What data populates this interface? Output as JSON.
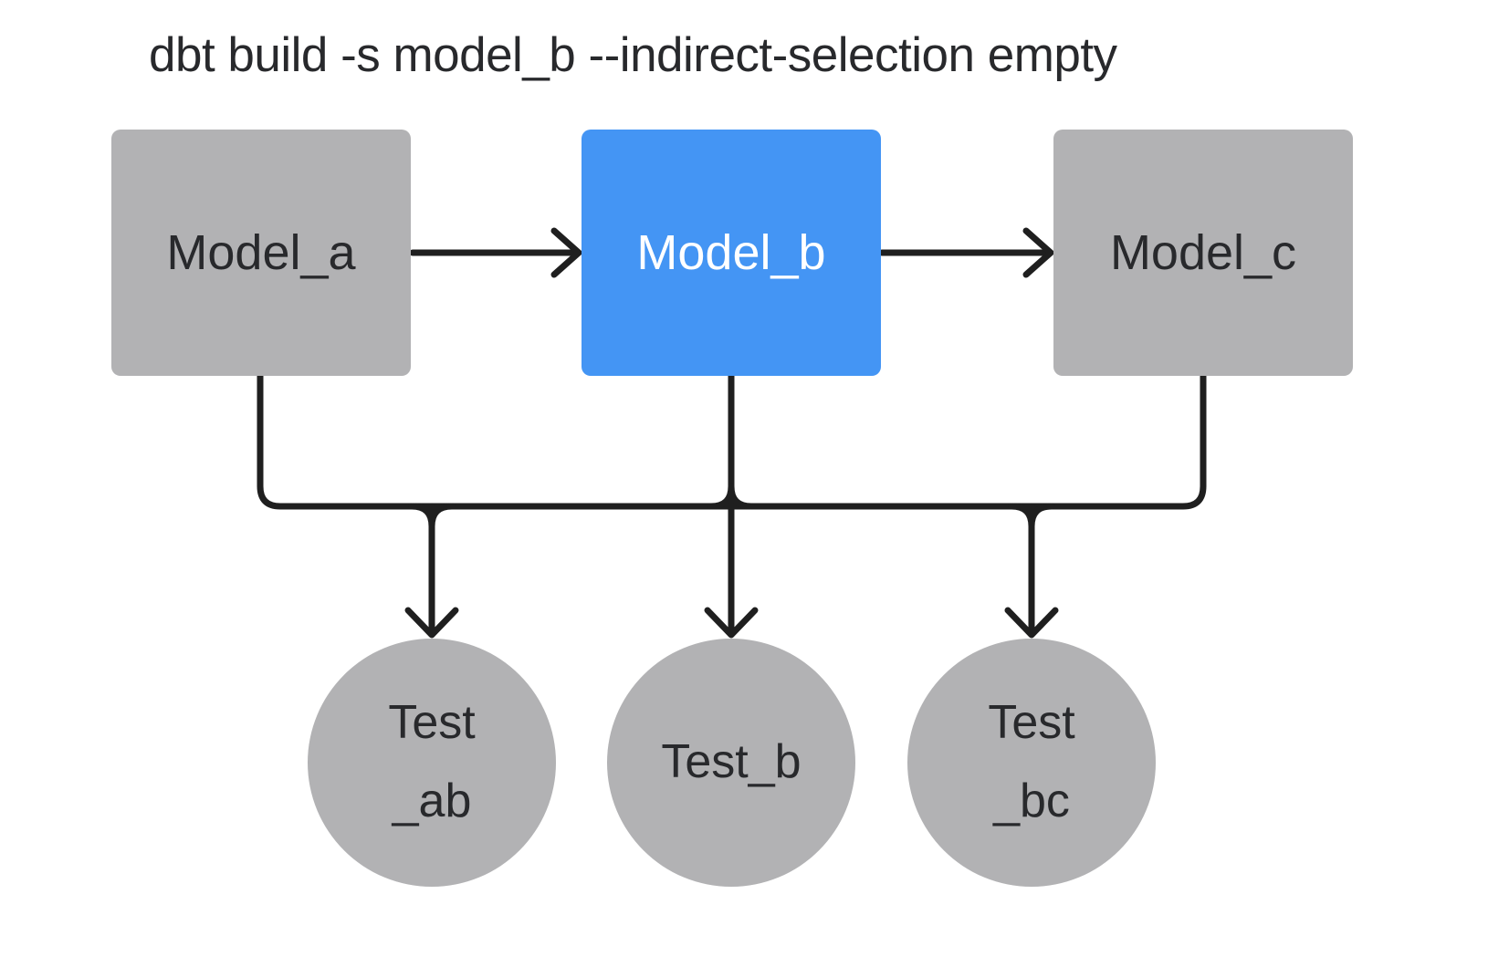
{
  "title": "dbt build -s model_b --indirect-selection empty",
  "colors": {
    "selected_fill": "#4495f4",
    "unselected_fill": "#b2b2b4",
    "edge_stroke": "#1f1f1f",
    "dark_text": "#28292c",
    "selected_text": "#ffffff",
    "canvas_bg": "#ffffff"
  },
  "nodes": {
    "models": [
      {
        "id": "model_a",
        "label": "Model_a",
        "type": "model",
        "state": "unselected"
      },
      {
        "id": "model_b",
        "label": "Model_b",
        "type": "model",
        "state": "selected"
      },
      {
        "id": "model_c",
        "label": "Model_c",
        "type": "model",
        "state": "unselected"
      }
    ],
    "tests": [
      {
        "id": "test_ab",
        "lines": [
          "Test",
          "_ab"
        ],
        "type": "test",
        "state": "unselected"
      },
      {
        "id": "test_b",
        "lines": [
          "Test_b"
        ],
        "type": "test",
        "state": "unselected"
      },
      {
        "id": "test_bc",
        "lines": [
          "Test",
          "_bc"
        ],
        "type": "test",
        "state": "unselected"
      }
    ]
  },
  "edges": [
    {
      "from": "model_a",
      "to": "model_b"
    },
    {
      "from": "model_b",
      "to": "model_c"
    },
    {
      "from": "model_a",
      "to": "test_ab"
    },
    {
      "from": "model_b",
      "to": "test_ab"
    },
    {
      "from": "model_b",
      "to": "test_b"
    },
    {
      "from": "model_b",
      "to": "test_bc"
    },
    {
      "from": "model_c",
      "to": "test_bc"
    }
  ]
}
